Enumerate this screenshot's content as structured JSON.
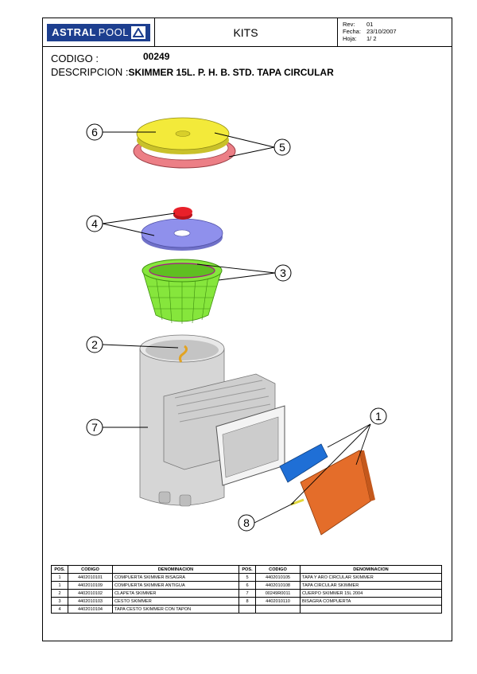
{
  "header": {
    "brand_bold": "ASTRAL",
    "brand_light": "POOL",
    "title": "KITS",
    "meta": [
      {
        "label": "Rev:",
        "value": "01"
      },
      {
        "label": "Fecha:",
        "value": "23/10/2007"
      },
      {
        "label": "Hoja:",
        "value": "1/ 2"
      }
    ]
  },
  "codigo_label": "CODIGO :",
  "codigo_value": "00249",
  "descripcion_label": "DESCRIPCION :",
  "descripcion_value": "SKIMMER 15L. P. H. B. STD. TAPA CIRCULAR",
  "callouts": [
    "1",
    "2",
    "3",
    "4",
    "5",
    "6",
    "7",
    "8"
  ],
  "colors": {
    "lid": "#f3ea3a",
    "ring": "#ec7f86",
    "plate": "#8f90ec",
    "knob": "#e8202a",
    "basket": "#86e63c",
    "body": "#d6d6d6",
    "flap_blue": "#1f6fd6",
    "flap_orange": "#e46d2a",
    "hinge": "#e2d83c",
    "brand": "#1d3f8f"
  },
  "table": {
    "headers": [
      "POS.",
      "CODIGO",
      "DENOMINACION",
      "POS.",
      "CODIGO",
      "DENOMINACION"
    ],
    "rows": [
      [
        "1",
        "4402010101",
        "COMPUERTA SKIMMER BISAGRA",
        "5",
        "4402010105",
        "TAPA Y ARO CIRCULAR SKIMMER"
      ],
      [
        "1",
        "4402010109",
        "COMPUERTA SKIMMER ANTIGUA",
        "6",
        "4402010108",
        "TAPA CIRCULAR SKIMMER"
      ],
      [
        "2",
        "4402010102",
        "CLAPETA SKIMMER",
        "7",
        "00249R0011",
        "CUERPO SKIMMER 15L 2004"
      ],
      [
        "3",
        "4402010103",
        "CESTO SKIMMER",
        "8",
        "4402010110",
        "BISAGRA COMPUERTA"
      ],
      [
        "4",
        "4402010104",
        "TAPA CESTO SKIMMER CON TAPON",
        "",
        "",
        ""
      ]
    ]
  }
}
